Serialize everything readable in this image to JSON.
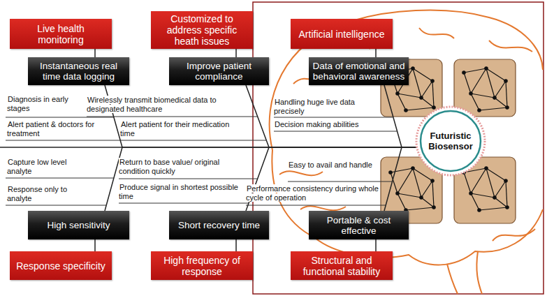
{
  "diagram": {
    "nodes": [
      {
        "text": [
          "Live health monitoring"
        ]
      },
      {
        "text": [
          "Customized to address specific heath issues"
        ]
      },
      {
        "text": [
          "Artificial intelligence"
        ]
      },
      {
        "text": [
          "Instantaneous real time data logging"
        ]
      },
      {
        "text": [
          "Improve patient compliance"
        ]
      },
      {
        "text": [
          "Data of emotional and behavioral awareness"
        ]
      },
      {
        "text": [
          "Futuristic Biosensor"
        ]
      },
      {
        "text": [
          "High sensitivity"
        ]
      },
      {
        "text": [
          "Short recovery time"
        ]
      },
      {
        "text": [
          "Portable & cost effective"
        ]
      },
      {
        "text": [
          "Response specificity"
        ]
      },
      {
        "text": [
          "High frequency of response"
        ]
      },
      {
        "text": [
          "Structural and functional stability"
        ]
      }
    ],
    "edges": [
      {
        "from": 0,
        "to": 3,
        "arrow": "none"
      },
      {
        "from": 1,
        "to": 4,
        "arrow": "none"
      },
      {
        "from": 2,
        "to": 5,
        "arrow": "none"
      },
      {
        "from": 3,
        "to": 6,
        "arrow": "none"
      },
      {
        "from": 4,
        "to": 6,
        "arrow": "none"
      },
      {
        "from": 5,
        "to": 6,
        "arrow": "none"
      },
      {
        "from": 7,
        "to": 6,
        "arrow": "none"
      },
      {
        "from": 8,
        "to": 6,
        "arrow": "none"
      },
      {
        "from": 9,
        "to": 6,
        "arrow": "none"
      },
      {
        "from": 7,
        "to": 10,
        "arrow": "none"
      },
      {
        "from": 8,
        "to": 11,
        "arrow": "none"
      },
      {
        "from": 9,
        "to": 12,
        "arrow": "none"
      }
    ],
    "labels": [
      "Diagnosis in early stages",
      "Alert patient & doctors for treatment",
      "Wirelessly transmit biomedical data to designated healthcare",
      "Alert patient for their medication time",
      "Handling huge live data precisely",
      "Decision making abilities",
      "Capture low level analyte",
      "Response only to analyte",
      "Return to base value/ original condition quickly",
      "Produce signal in shortest possible time",
      "Easy to avail and handle",
      "Performance consistency during whole cycle of operation"
    ]
  }
}
